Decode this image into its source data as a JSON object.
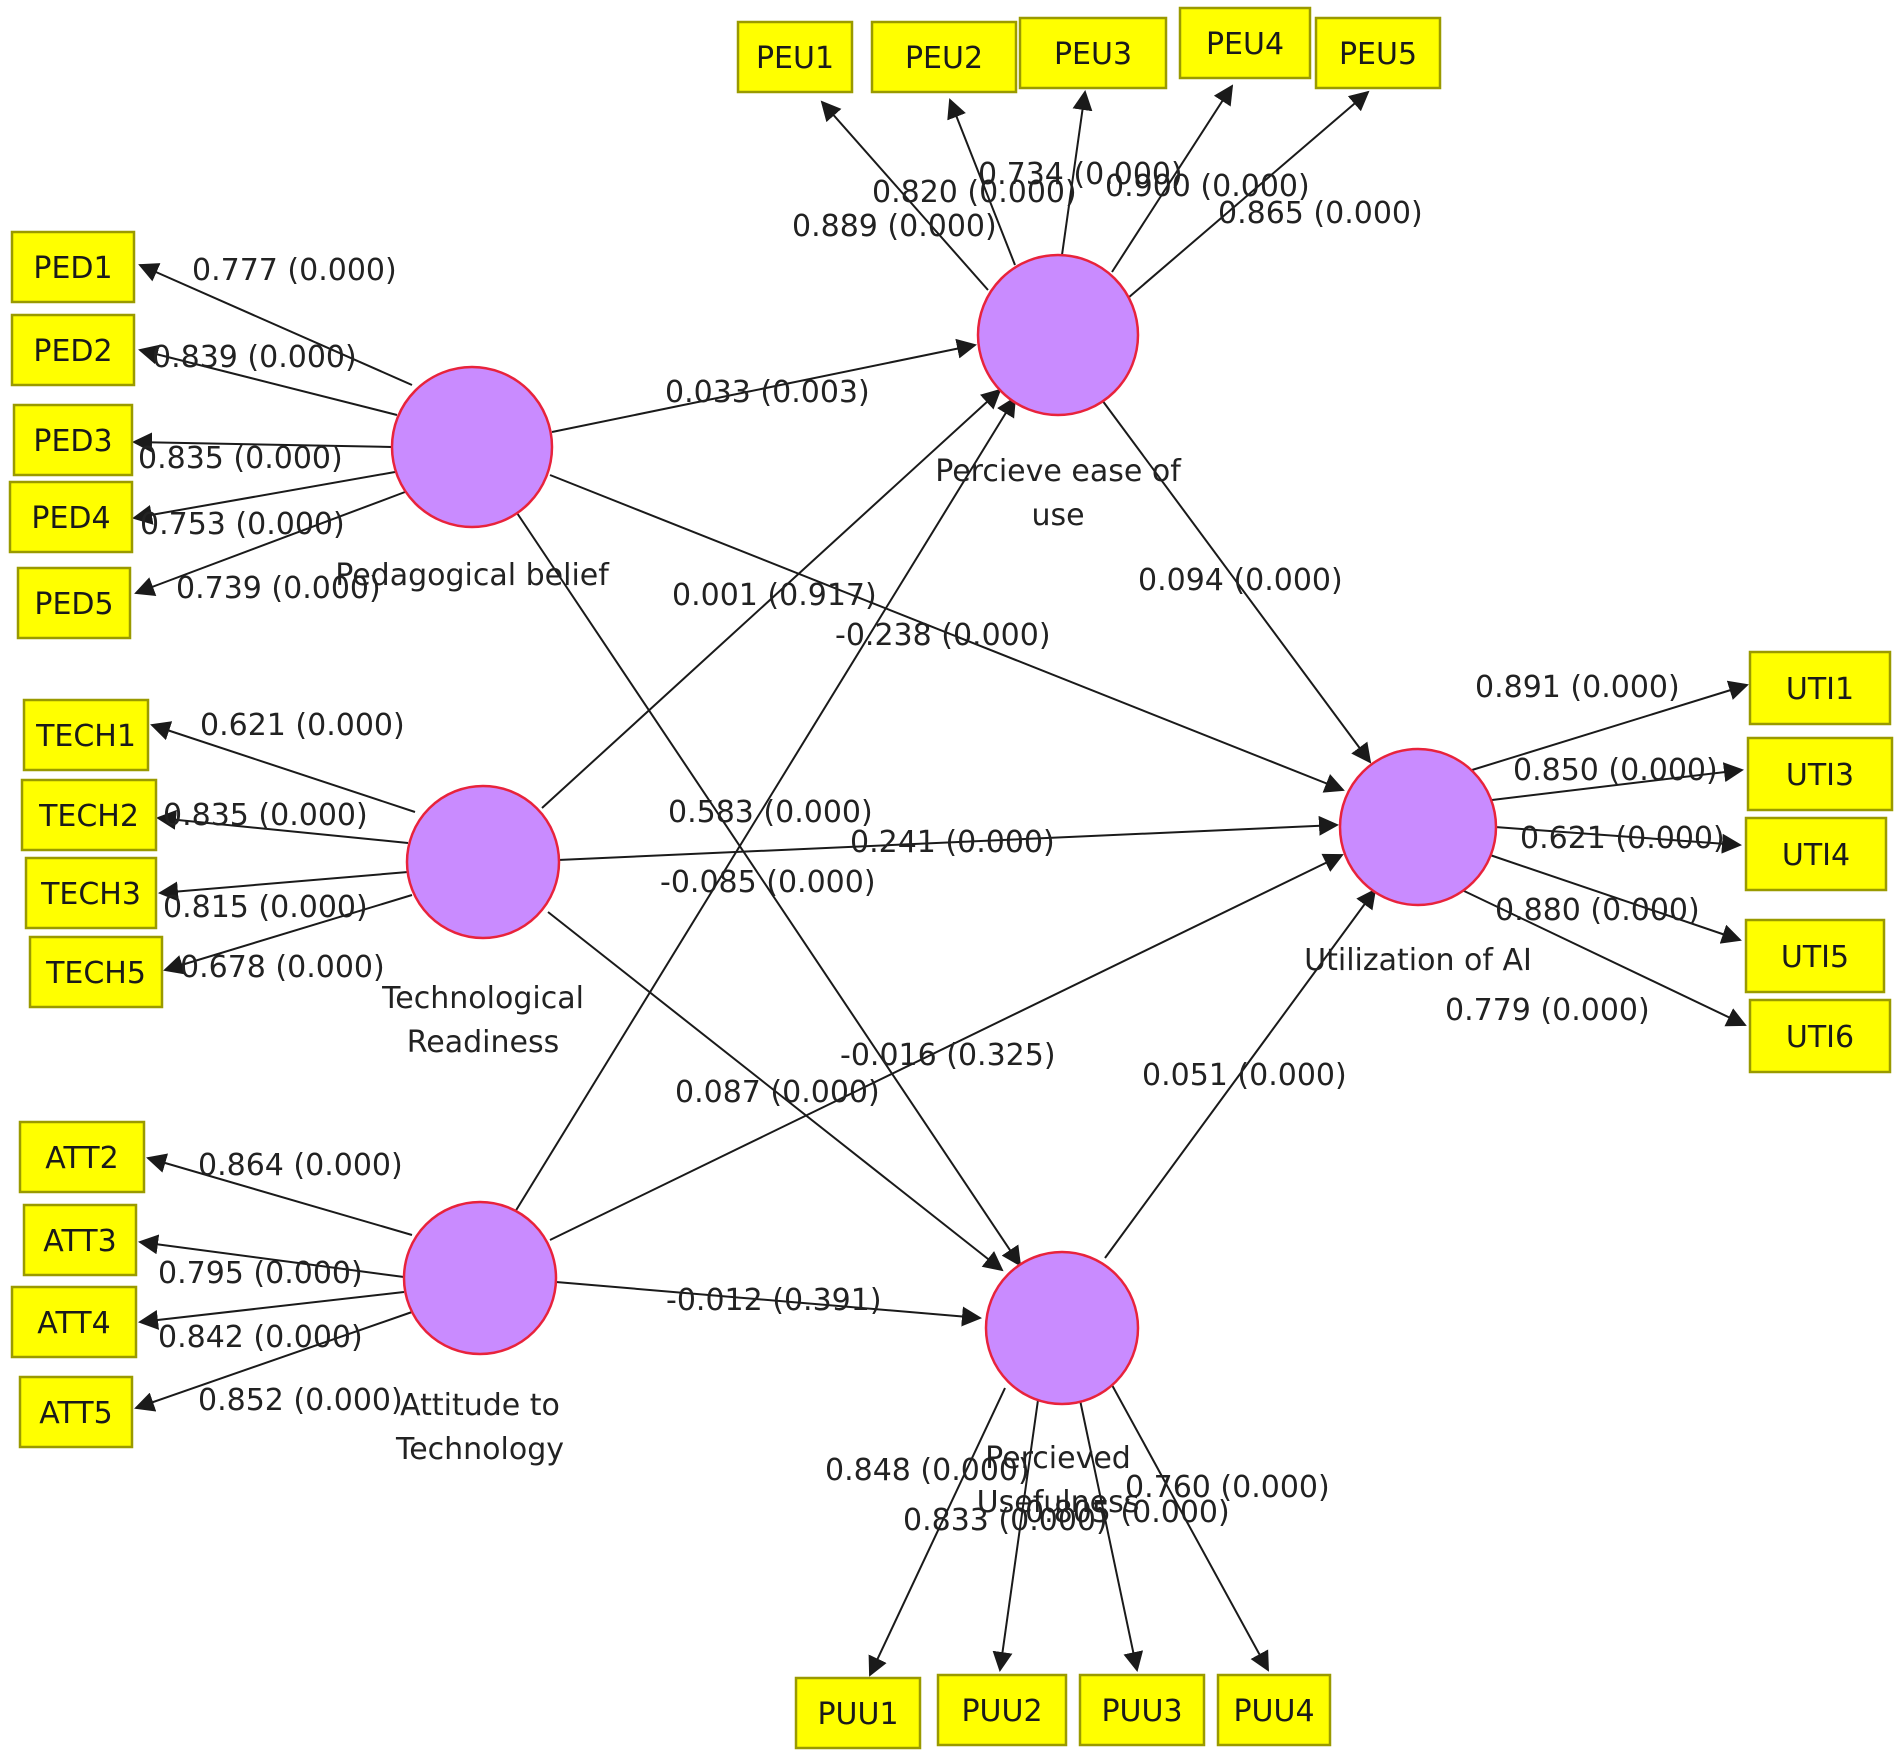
{
  "colors": {
    "latent_fill": "#c98bff",
    "latent_stroke": "#e8233c",
    "indicator_fill": "#ffff00",
    "line": "#1a1a1a"
  },
  "latents": {
    "ped": {
      "label_lines": [
        "Pedagogical belief"
      ]
    },
    "tech": {
      "label_lines": [
        "Technological",
        "Readiness"
      ]
    },
    "att": {
      "label_lines": [
        "Attitude to",
        "Technology"
      ]
    },
    "peu": {
      "label_lines": [
        "Percieve ease of",
        "use"
      ]
    },
    "puu": {
      "label_lines": [
        "Percieved",
        "Usefulness"
      ]
    },
    "uti": {
      "label_lines": [
        "Utilization of AI"
      ]
    }
  },
  "indicators": {
    "PED1": "PED1",
    "PED2": "PED2",
    "PED3": "PED3",
    "PED4": "PED4",
    "PED5": "PED5",
    "TECH1": "TECH1",
    "TECH2": "TECH2",
    "TECH3": "TECH3",
    "TECH5": "TECH5",
    "ATT2": "ATT2",
    "ATT3": "ATT3",
    "ATT4": "ATT4",
    "ATT5": "ATT5",
    "PEU1": "PEU1",
    "PEU2": "PEU2",
    "PEU3": "PEU3",
    "PEU4": "PEU4",
    "PEU5": "PEU5",
    "PUU1": "PUU1",
    "PUU2": "PUU2",
    "PUU3": "PUU3",
    "PUU4": "PUU4",
    "UTI1": "UTI1",
    "UTI3": "UTI3",
    "UTI4": "UTI4",
    "UTI5": "UTI5",
    "UTI6": "UTI6"
  },
  "loadings": {
    "PED1": "0.777 (0.000)",
    "PED2": "0.839 (0.000)",
    "PED3": "0.835 (0.000)",
    "PED4": "0.753 (0.000)",
    "PED5": "0.739 (0.000)",
    "TECH1": "0.621 (0.000)",
    "TECH2": "0.835 (0.000)",
    "TECH3": "0.815 (0.000)",
    "TECH5": "0.678 (0.000)",
    "ATT2": "0.864 (0.000)",
    "ATT3": "0.795 (0.000)",
    "ATT4": "0.842 (0.000)",
    "ATT5": "0.852 (0.000)",
    "PEU1": "0.889 (0.000)",
    "PEU2": "0.820 (0.000)",
    "PEU3": "0.734 (0.000)",
    "PEU4": "0.900 (0.000)",
    "PEU5": "0.865 (0.000)",
    "PUU1": "0.848 (0.000)",
    "PUU2": "0.833 (0.000)",
    "PUU3": "0.805 (0.000)",
    "PUU4": "0.760 (0.000)",
    "UTI1": "0.891 (0.000)",
    "UTI3": "0.850 (0.000)",
    "UTI4": "0.621 (0.000)",
    "UTI5": "0.880 (0.000)",
    "UTI6": "0.779 (0.000)"
  },
  "paths": {
    "ped_peu": "0.033 (0.003)",
    "tech_peu": "0.001 (0.917)",
    "ped_uti": "-0.238 (0.000)",
    "peu_uti": "0.094 (0.000)",
    "ped_puu": "0.583 (0.000)",
    "tech_uti": "0.241 (0.000)",
    "att_peu": "-0.085 (0.000)",
    "att_uti": "-0.016 (0.325)",
    "tech_puu": "0.087 (0.000)",
    "puu_uti": "0.051 (0.000)",
    "att_puu": "-0.012 (0.391)"
  }
}
